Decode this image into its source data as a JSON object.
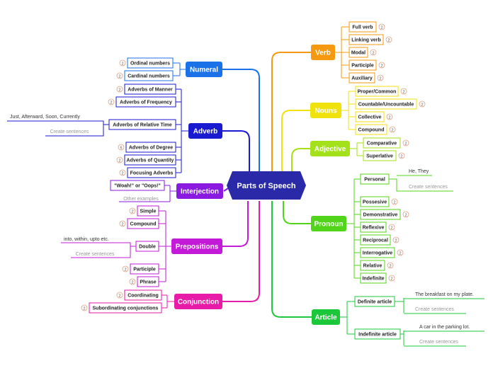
{
  "root": {
    "label": "Parts of Speech",
    "color": "#2a2aa8"
  },
  "branches": {
    "verb": {
      "label": "Verb",
      "color": "#f59a10",
      "items": [
        {
          "label": "Full verb",
          "badge": "2"
        },
        {
          "label": "Linking verb",
          "badge": "2"
        },
        {
          "label": "Modal",
          "badge": "2"
        },
        {
          "label": "Participle",
          "badge": "2"
        },
        {
          "label": "Auxiliary",
          "badge": "2"
        }
      ]
    },
    "nouns": {
      "label": "Nouns",
      "color": "#f0e20c",
      "items": [
        {
          "label": "Proper/Common",
          "badge": "2"
        },
        {
          "label": "Countable/Uncountable",
          "badge": "2"
        },
        {
          "label": "Collective",
          "badge": "2"
        },
        {
          "label": "Compound",
          "badge": "2"
        }
      ]
    },
    "adjective": {
      "label": "Adjective",
      "color": "#a3e21a",
      "items": [
        {
          "label": "Comparative",
          "badge": "2"
        },
        {
          "label": "Superlative",
          "badge": "2"
        }
      ]
    },
    "pronoun": {
      "label": "Pronoun",
      "color": "#52d41a",
      "personal": {
        "label": "Personal",
        "example": "He, They",
        "create": "Create sentences"
      },
      "items": [
        {
          "label": "Possesive",
          "badge": "2"
        },
        {
          "label": "Demonstrative",
          "badge": "2"
        },
        {
          "label": "Reflexive",
          "badge": "2"
        },
        {
          "label": "Reciprocal",
          "badge": "2"
        },
        {
          "label": "Interrogative",
          "badge": "2"
        },
        {
          "label": "Relative",
          "badge": "2"
        },
        {
          "label": "Indefinite",
          "badge": "2"
        }
      ]
    },
    "article": {
      "label": "Article",
      "color": "#1cc83a",
      "items": [
        {
          "label": "Definite article",
          "example": "The breakfast on my plate.",
          "create": "Create sentences"
        },
        {
          "label": "Indefinite article",
          "example": "A car in the parking lot.",
          "create": "Create sentences"
        }
      ]
    },
    "numeral": {
      "label": "Numeral",
      "color": "#1b72e8",
      "items": [
        {
          "label": "Ordinal numbers",
          "badge": "2"
        },
        {
          "label": "Cardinal numbers",
          "badge": "2"
        }
      ]
    },
    "adverb": {
      "label": "Adverb",
      "color": "#1a1ad0",
      "items": [
        {
          "label": "Adverbs of Manner",
          "badge": "2"
        },
        {
          "label": "Adverbs of Frequency",
          "badge": "2"
        },
        {
          "label": "Adverbs of Degree",
          "badge": "6"
        },
        {
          "label": "Adverbs of Quantity",
          "badge": "2"
        },
        {
          "label": "Focusing Adverbs",
          "badge": "2"
        }
      ],
      "relative": {
        "label": "Adverbs of Relative Time",
        "example": "Just, Afterward, Soon, Currently",
        "create": "Create sentences"
      }
    },
    "interjection": {
      "label": "Interjection",
      "color": "#8a1ae0",
      "item": {
        "label": "\"Woah!\" or \"Oops!\""
      },
      "other": "Other examples"
    },
    "prepositions": {
      "label": "Prepositions",
      "color": "#c21ad6",
      "items": [
        {
          "label": "Simple",
          "badge": "2"
        },
        {
          "label": "Compound",
          "badge": "2"
        },
        {
          "label": "Participle",
          "badge": "2"
        },
        {
          "label": "Phrase",
          "badge": "2"
        }
      ],
      "double": {
        "label": "Double",
        "example": "into, within, upto etc.",
        "create": "Create sentences"
      }
    },
    "conjunction": {
      "label": "Conjunction",
      "color": "#e81aa8",
      "items": [
        {
          "label": "Coordinating",
          "badge": "2"
        },
        {
          "label": "Subordinating conjunctions",
          "badge": "2"
        }
      ]
    }
  }
}
